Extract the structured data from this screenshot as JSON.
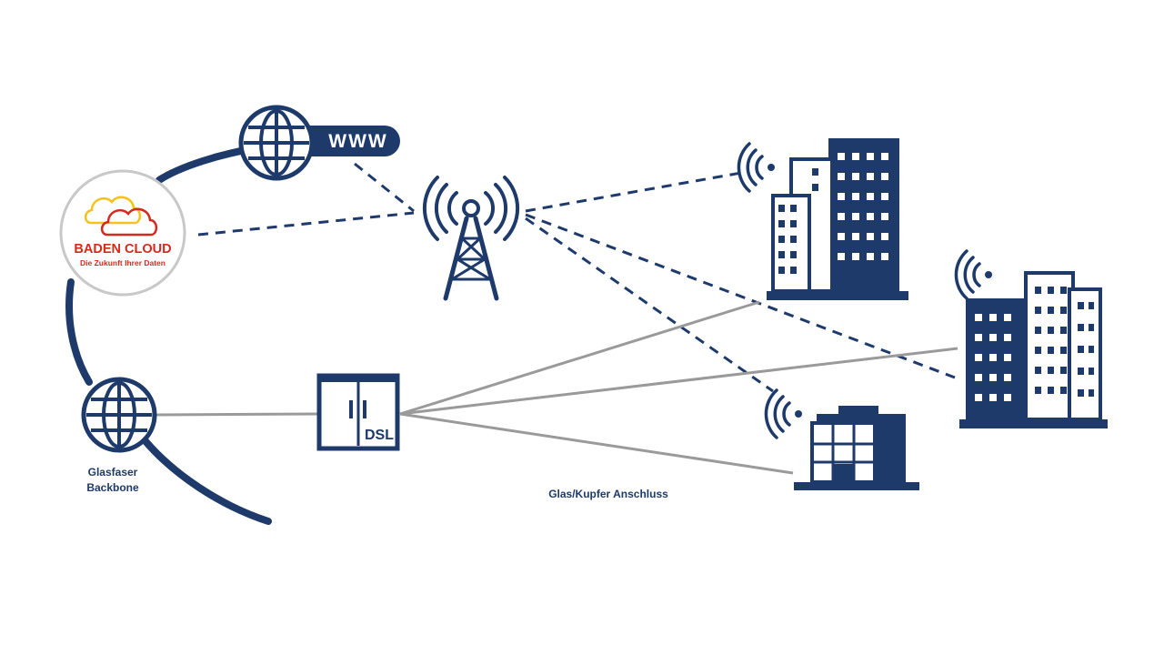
{
  "colors": {
    "navy": "#1d3a6b",
    "gray_line": "#9a9a9a",
    "logo_red": "#d42a1e",
    "logo_yellow": "#f4c21c",
    "logo_ring": "#c8c8c8"
  },
  "icons": {
    "globe_top": "globe-icon",
    "globe_bottom": "globe-icon",
    "tower": "radio-tower-icon",
    "dsl_box": "dsl-cabinet-icon",
    "buildings": [
      "office-building-icon",
      "office-building-icon",
      "office-building-icon"
    ],
    "wifi": "wifi-signal-icon",
    "logo_cloud": "cloud-icon"
  },
  "labels": {
    "www": "WWW",
    "logo_name": "BADEN CLOUD",
    "logo_tagline": "Die Zukunft Ihrer Daten",
    "dsl": "DSL",
    "backbone_line1": "Glasfaser",
    "backbone_line2": "Backbone",
    "connection": "Glas/Kupfer Anschluss"
  }
}
